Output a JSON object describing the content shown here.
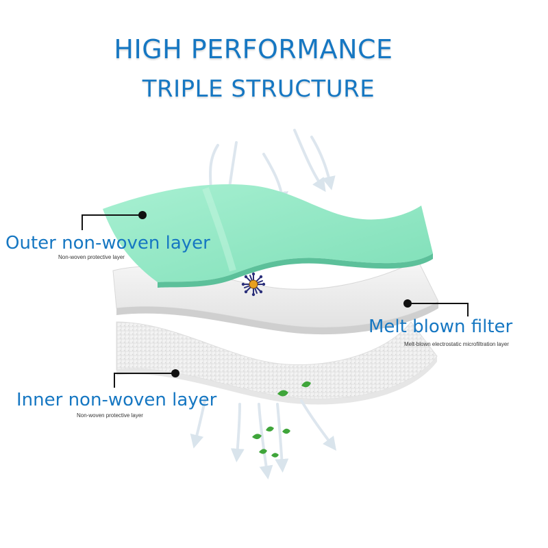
{
  "title": {
    "line1": "HIGH PERFORMANCE",
    "line2": "TRIPLE STRUCTURE"
  },
  "layers": [
    {
      "name": "Outer non-woven layer",
      "description": "Non-woven protective layer",
      "color": "#8fe8c4"
    },
    {
      "name": "Melt blown filter",
      "description": "Melt-blown electrostatic microfiltration layer",
      "color": "#f1f1f1"
    },
    {
      "name": "Inner non-woven layer",
      "description": "Non-woven protective layer",
      "color": "#f4f4f4"
    }
  ],
  "colors": {
    "title": "#1677c2",
    "label": "#1677c2",
    "leaf": "#3fa53a",
    "particle": "#2a2f7a",
    "particle_core": "#e8a020"
  },
  "icons": [
    "airflow-arrow-icon",
    "particle-icon",
    "leaf-icon"
  ]
}
